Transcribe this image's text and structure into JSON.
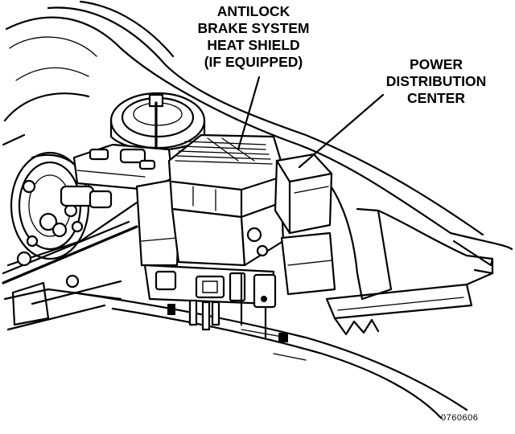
{
  "labels": {
    "abs_heat_shield": [
      "ANTILOCK",
      "BRAKE SYSTEM",
      "HEAT SHIELD",
      "(IF EQUIPPED)"
    ],
    "power_distribution_center": [
      "POWER",
      "DISTRIBUTION",
      "CENTER"
    ]
  },
  "figure_id": "0760606"
}
